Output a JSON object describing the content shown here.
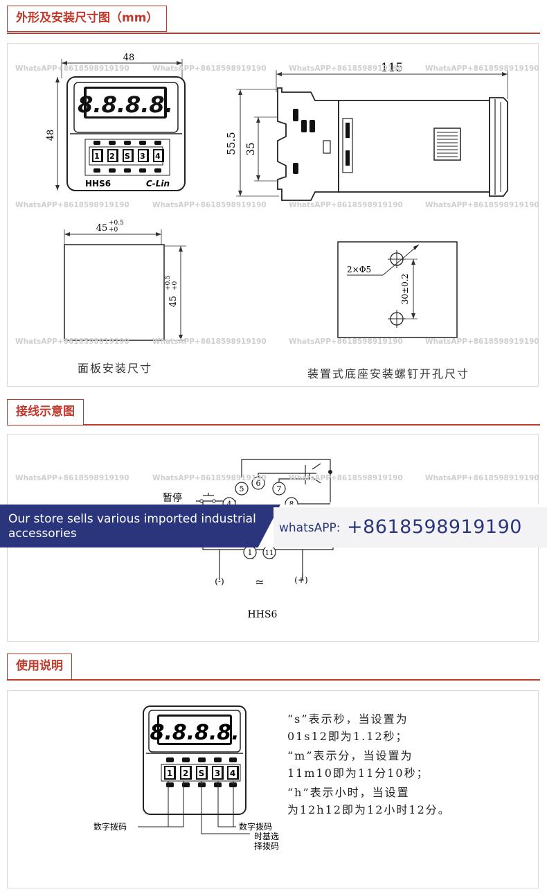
{
  "sections": {
    "dimensions_title": "外形及安装尺寸图（mm）",
    "wiring_title": "接线示意图",
    "usage_title": "使用说明"
  },
  "front_view": {
    "width": "48",
    "height": "48",
    "display": "8.8.8.8.",
    "switches": [
      "1",
      "2",
      "S",
      "3",
      "4"
    ],
    "model": "HHS6",
    "brand": "C-Lin"
  },
  "side_view": {
    "length": "115",
    "height_outer": "55.5",
    "height_inner": "35"
  },
  "panel_cutout": {
    "width": "45",
    "height": "45",
    "tol_upper": "+0.5",
    "tol_lower": "+0",
    "caption": "面板安装尺寸"
  },
  "base_holes": {
    "holes": "2×Φ5",
    "spacing": "30±0.2",
    "caption": "装置式底座安装螺钉开孔尺寸"
  },
  "wiring": {
    "pause_label": "暂停",
    "terminals_top": [
      "5",
      "6",
      "7"
    ],
    "terminal_8": "8",
    "terminal_4": "4",
    "terminals_bottom": [
      "1",
      "11"
    ],
    "neg": "(-)",
    "ac": "≃",
    "pos": "(+)",
    "model": "HHS6"
  },
  "usage": {
    "display": "8.8.8.8.",
    "switches": [
      "1",
      "2",
      "S",
      "3",
      "4"
    ],
    "lines": [
      "“s”表示秒，当设置为",
      "01s12即为1.12秒；",
      "“m”表示分，当设置为",
      "11m10即为11分10秒；",
      "“h”表示小时，当设置",
      "为12h12即为12小时12分。"
    ],
    "label_left": "数字拨码",
    "label_right": "数字拨码",
    "label_time_1": "时基选",
    "label_time_2": "择拨码"
  },
  "banner": {
    "line1": "Our store sells various imported industrial",
    "line2": "accessories",
    "whatsapp_label": "whatsAPP:",
    "whatsapp_number": "+8618598919190"
  },
  "watermark": "WhatsAPP+8618598919190"
}
